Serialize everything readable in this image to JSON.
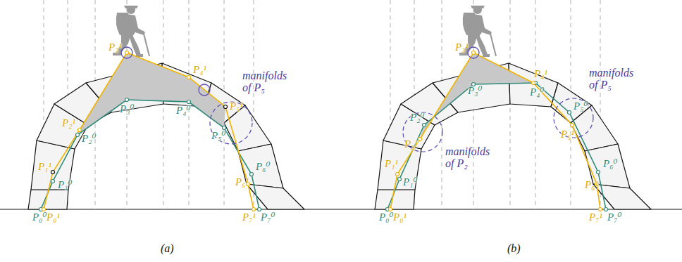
{
  "diagram": {
    "labels": [
      "P₀⁰",
      "P₀¹",
      "P₁¹",
      "P₁⁰",
      "P₂¹",
      "P₂⁰",
      "P₃¹",
      "P₃⁰",
      "P₄¹",
      "P₄⁰",
      "P₅¹",
      "P₅⁰",
      "P₆¹",
      "P₆⁰",
      "P₇¹",
      "P₇⁰",
      "manifolds of P₅",
      "(a)",
      "P₀⁰",
      "P₀¹",
      "P₁¹",
      "P₁⁰",
      "P₂⁰",
      "P₂¹",
      "P₃¹",
      "P₃⁰",
      "P₄¹",
      "P₄⁰",
      "P₅⁰",
      "P₅¹",
      "P₆¹",
      "P₆⁰",
      "P₇¹",
      "P₇⁰",
      "manifolds of P₅",
      "manifolds of P₂",
      "(b)"
    ]
  }
}
